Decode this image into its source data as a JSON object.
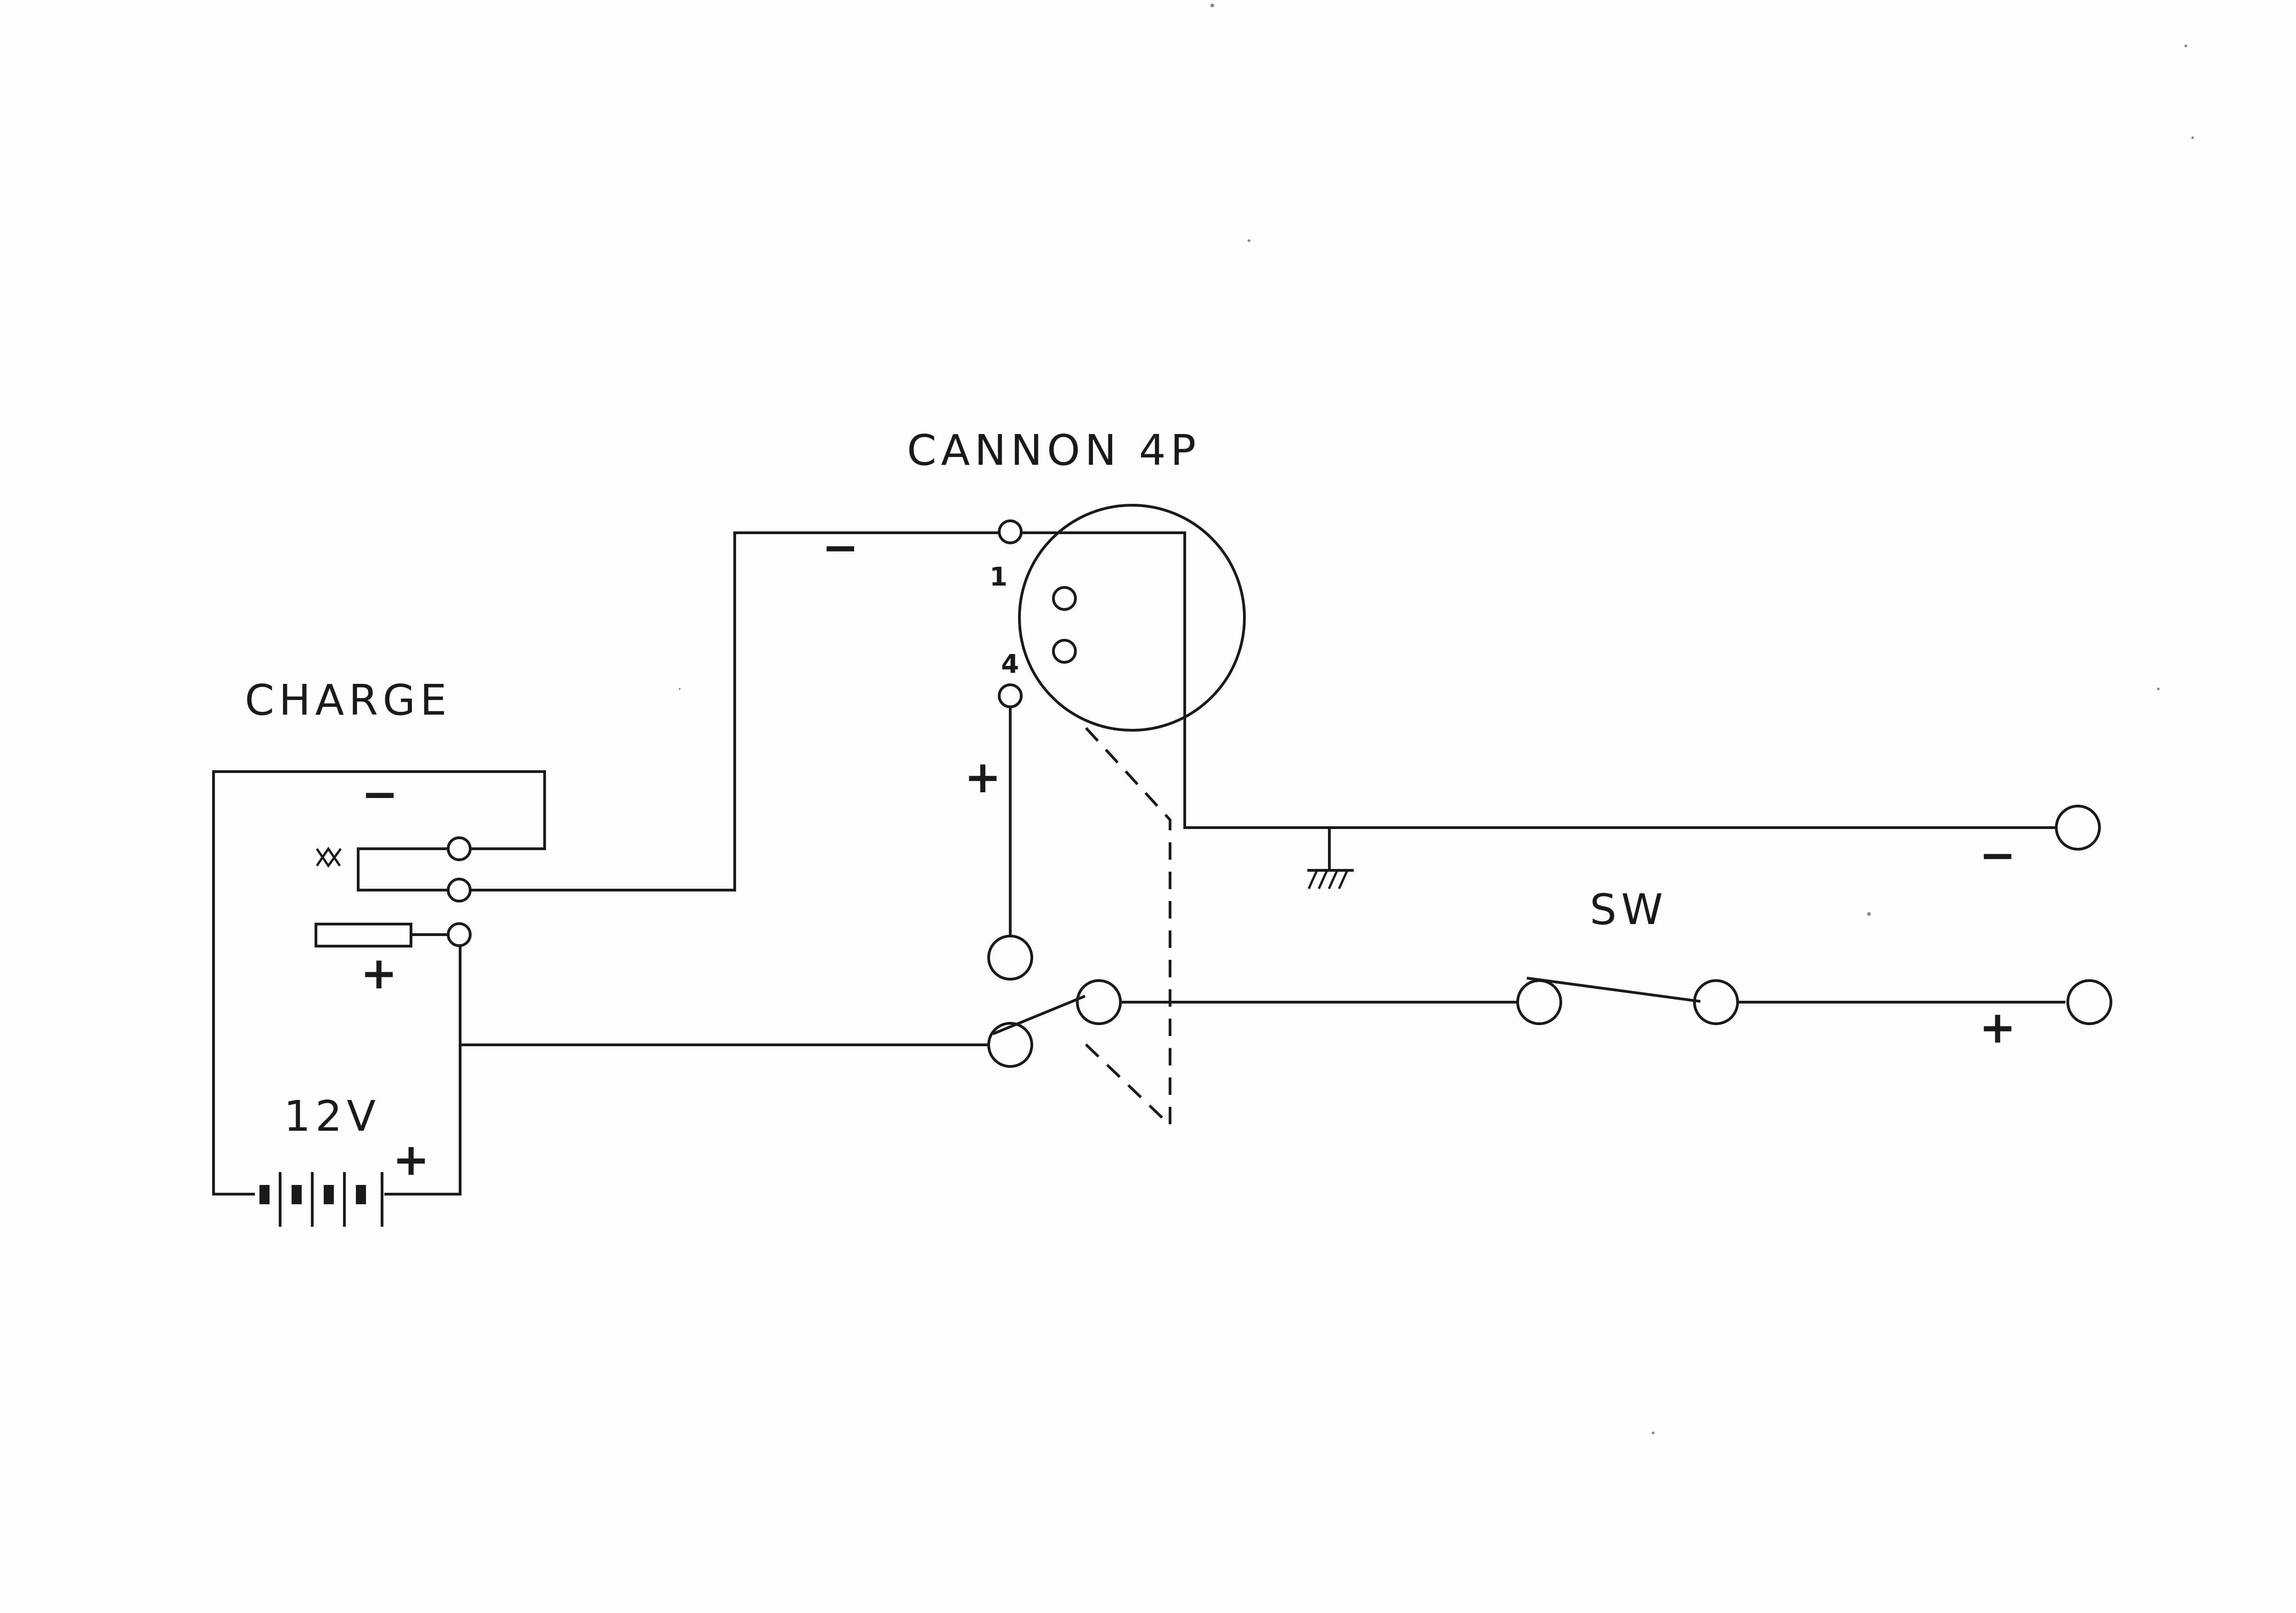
{
  "labels": {
    "connector": "CANNON 4P",
    "charge": "CHARGE",
    "switch": "SW",
    "battery": "12V",
    "pin_1": "1",
    "pin_4": "4"
  },
  "signs": {
    "connector_minus": "−",
    "pin4_plus": "+",
    "charge_minus": "−",
    "charge_plus": "+",
    "battery_plus": "+",
    "output_minus": "−",
    "output_plus": "+"
  }
}
